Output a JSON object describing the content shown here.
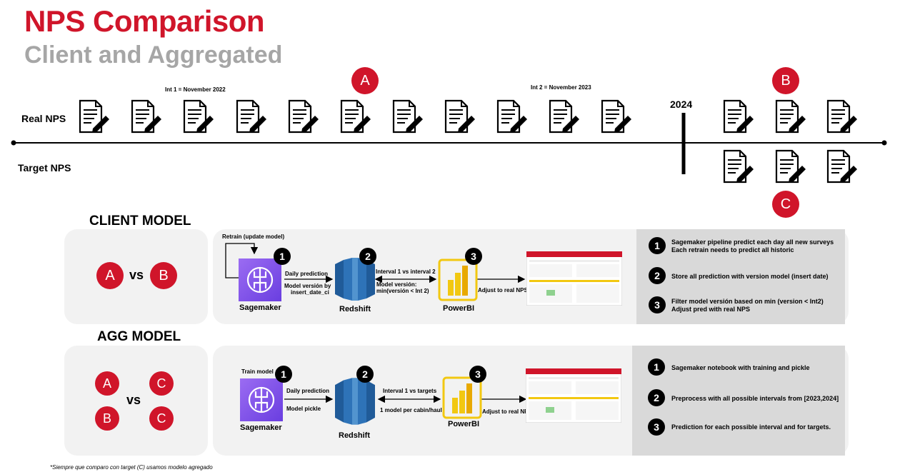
{
  "header": {
    "title": "NPS Comparison",
    "subtitle": "Client and Aggregated"
  },
  "timeline": {
    "int1_label": "Int 1 = November 2022",
    "int2_label": "Int 2 = November 2023",
    "year_label": "2024",
    "real_nps_label": "Real NPS",
    "target_nps_label": "Target NPS",
    "marker_a": "A",
    "marker_b": "B",
    "marker_c": "C"
  },
  "client_model": {
    "title": "CLIENT MODEL",
    "compare_left": "A",
    "compare_vs": "vs",
    "compare_right": "B",
    "retrain_label": "Retrain (update model)",
    "step1_num": "1",
    "step2_num": "2",
    "step3_num": "3",
    "daily_prediction": "Daily prediction",
    "model_version_line1": "Model versión by",
    "model_version_line2": "insert_date_ci",
    "interval_label": "Interval 1 vs interval 2",
    "model_version2_line1": "Model versión:",
    "model_version2_line2": "min(versión < Int 2)",
    "adjust_label": "Adjust to real NPS",
    "sagemaker_label": "Sagemaker",
    "redshift_label": "Redshift",
    "powerbi_label": "PowerBI",
    "notes": [
      {
        "num": "1",
        "line1": "Sagemaker pipeline predict each day all new surveys",
        "line2": "Each retrain needs to predict all historic"
      },
      {
        "num": "2",
        "line1": "Store all prediction with version model (insert date)",
        "line2": ""
      },
      {
        "num": "3",
        "line1": "Filter model versión based on min (version < Int2)",
        "line2": "Adjust pred with real NPS"
      }
    ]
  },
  "agg_model": {
    "title": "AGG MODEL",
    "top_left": "A",
    "top_right": "C",
    "bottom_left": "B",
    "bottom_right": "C",
    "compare_vs": "vs",
    "train_label": "Train model",
    "step1_num": "1",
    "step2_num": "2",
    "step3_num": "3",
    "daily_prediction": "Daily prediction",
    "model_pickle": "Model pickle",
    "interval_label": "Interval 1 vs targets",
    "per_cabin": "1 model per cabin/haul",
    "adjust_label": "Adjust to real NPS",
    "sagemaker_label": "Sagemaker",
    "redshift_label": "Redshift",
    "powerbi_label": "PowerBI",
    "notes": [
      {
        "num": "1",
        "line1": "Sagemaker notebook with training and pickle"
      },
      {
        "num": "2",
        "line1": "Preprocess with all possible intervals from [2023,2024]"
      },
      {
        "num": "3",
        "line1": "Prediction for each possible interval and for targets."
      }
    ]
  },
  "footnote": "*Siempre que comparo con target (C) usamos modelo agregado",
  "colors": {
    "accent": "#d0152a",
    "gray_title": "#a6a6a6",
    "panel": "#f2f2f2",
    "notes_panel": "#d9d9d9"
  }
}
